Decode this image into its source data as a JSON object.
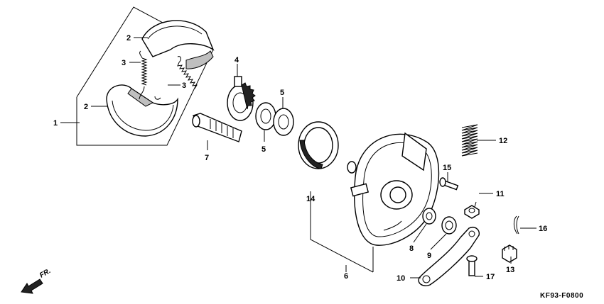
{
  "diagram": {
    "code": "KF93-F0800",
    "direction_label": "FR.",
    "callouts": [
      {
        "id": "callout-1",
        "text": "1"
      },
      {
        "id": "callout-2a",
        "text": "2"
      },
      {
        "id": "callout-2b",
        "text": "2"
      },
      {
        "id": "callout-3a",
        "text": "3"
      },
      {
        "id": "callout-3b",
        "text": "3"
      },
      {
        "id": "callout-4",
        "text": "4"
      },
      {
        "id": "callout-5a",
        "text": "5"
      },
      {
        "id": "callout-5b",
        "text": "5"
      },
      {
        "id": "callout-6",
        "text": "6"
      },
      {
        "id": "callout-7",
        "text": "7"
      },
      {
        "id": "callout-8",
        "text": "8"
      },
      {
        "id": "callout-9",
        "text": "9"
      },
      {
        "id": "callout-10",
        "text": "10"
      },
      {
        "id": "callout-11",
        "text": "11"
      },
      {
        "id": "callout-12",
        "text": "12"
      },
      {
        "id": "callout-13",
        "text": "13"
      },
      {
        "id": "callout-14",
        "text": "14"
      },
      {
        "id": "callout-15",
        "text": "15"
      },
      {
        "id": "callout-16",
        "text": "16"
      },
      {
        "id": "callout-17",
        "text": "17"
      }
    ]
  }
}
